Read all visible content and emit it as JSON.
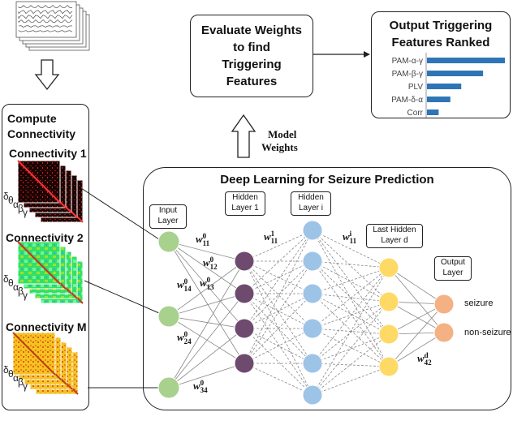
{
  "eval_box": {
    "line1": "Evaluate Weights",
    "line2": "to find",
    "line3": "Triggering",
    "line4": "Features"
  },
  "output_box": {
    "title_line1": "Output Triggering",
    "title_line2": "Features Ranked",
    "features": [
      {
        "label": "PAM-α-γ",
        "value": 1.0
      },
      {
        "label": "PAM-β-γ",
        "value": 0.72
      },
      {
        "label": "PLV",
        "value": 0.44
      },
      {
        "label": "PAM-δ-α",
        "value": 0.3
      },
      {
        "label": "Corr",
        "value": 0.15
      }
    ],
    "bar_color": "#2e75b6"
  },
  "model_weights": {
    "line1": "Model",
    "line2": "Weights"
  },
  "compute": {
    "title_line1": "Compute",
    "title_line2": "Connectivity",
    "items": [
      {
        "label": "Connectivity 1",
        "bands": [
          "δ",
          "θ",
          "α",
          "β",
          "γ"
        ]
      },
      {
        "label": "Connectivity 2",
        "bands": [
          "δ",
          "θ",
          "α",
          "β",
          "γ"
        ]
      },
      {
        "label": "Connectivity M",
        "bands": [
          "δ",
          "θ",
          "α",
          "β",
          "γ"
        ]
      }
    ]
  },
  "dl": {
    "title": "Deep Learning for Seizure Prediction",
    "layers": {
      "input": {
        "line1": "Input",
        "line2": "Layer"
      },
      "hidden1": {
        "line1": "Hidden",
        "line2": "Layer 1"
      },
      "hiddeni": {
        "line1": "Hidden",
        "line2": "Layer i"
      },
      "lasthidden": {
        "line1": "Last Hidden",
        "line2": "Layer d"
      },
      "output": {
        "line1": "Output",
        "line2": "Layer"
      }
    },
    "outputs": [
      "seizure",
      "non-seizure"
    ],
    "weights": [
      {
        "base": "w",
        "sub": "11",
        "sup": "0"
      },
      {
        "base": "w",
        "sub": "12",
        "sup": "0"
      },
      {
        "base": "w",
        "sub": "13",
        "sup": "0"
      },
      {
        "base": "w",
        "sub": "14",
        "sup": "0"
      },
      {
        "base": "w",
        "sub": "24",
        "sup": "0"
      },
      {
        "base": "w",
        "sub": "34",
        "sup": "0"
      },
      {
        "base": "w",
        "sub": "11",
        "sup": "1"
      },
      {
        "base": "w",
        "sub": "11",
        "sup": "i"
      },
      {
        "base": "w",
        "sub": "42",
        "sup": "d"
      }
    ],
    "colors": {
      "input": "#a9d18e",
      "hidden1": "#6e4a6e",
      "hiddeni": "#9dc3e6",
      "last": "#ffd966",
      "output": "#f4b183"
    }
  }
}
